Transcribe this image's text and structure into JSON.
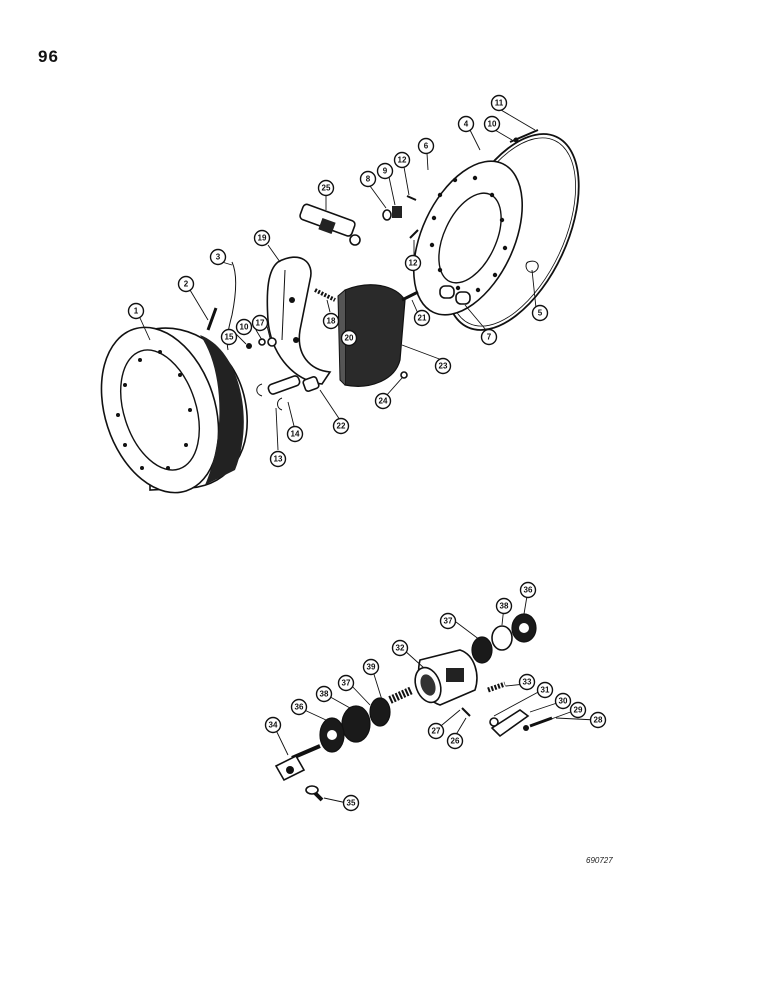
{
  "page_number": "96",
  "reference_code": "690727",
  "callouts": {
    "upper_assembly": [
      "1",
      "2",
      "3",
      "4",
      "5",
      "6",
      "7",
      "8",
      "9",
      "10",
      "11",
      "12",
      "12",
      "13",
      "14",
      "15",
      "10",
      "17",
      "18",
      "19",
      "20",
      "21",
      "22",
      "23",
      "24",
      "25"
    ],
    "lower_assembly": [
      "26",
      "27",
      "28",
      "29",
      "30",
      "31",
      "32",
      "33",
      "34",
      "35",
      "36",
      "36",
      "37",
      "37",
      "38",
      "38",
      "39"
    ]
  }
}
